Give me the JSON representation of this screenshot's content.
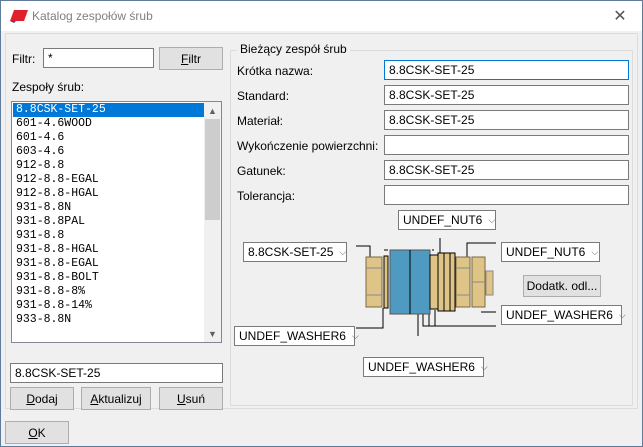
{
  "window": {
    "title": "Katalog zespołów śrub",
    "close_glyph": "✕"
  },
  "filter": {
    "label": "Filtr:",
    "value": "*",
    "button_label_underlined": "F",
    "button_label_rest": "iltr"
  },
  "list": {
    "label": "Zespoły śrub:",
    "items": [
      "8.8CSK-SET-25",
      "601-4.6WOOD",
      "601-4.6",
      "603-4.6",
      "912-8.8",
      "912-8.8-EGAL",
      "912-8.8-HGAL",
      "931-8.8N",
      "931-8.8PAL",
      "931-8.8",
      "931-8.8-HGAL",
      "931-8.8-EGAL",
      "931-8.8-BOLT",
      "931-8.8-8%",
      "931-8.8-14%",
      "933-8.8N"
    ],
    "selected_index": 0,
    "scroll_up_glyph": "▲",
    "scroll_down_glyph": "▼"
  },
  "name_input": {
    "value": "8.8CSK-SET-25"
  },
  "actions": {
    "add_u": "D",
    "add_rest": "odaj",
    "update_u": "A",
    "update_rest": "ktualizuj",
    "delete_u": "U",
    "delete_rest": "suń"
  },
  "ok": {
    "u": "O",
    "rest": "K"
  },
  "current_set": {
    "title": "Bieżący zespół śrub",
    "fields": [
      {
        "label": "Krótka nazwa:",
        "value": "8.8CSK-SET-25"
      },
      {
        "label": "Standard:",
        "value": "8.8CSK-SET-25"
      },
      {
        "label": "Materiał:",
        "value": "8.8CSK-SET-25"
      },
      {
        "label": "Wykończenie powierzchni:",
        "value": ""
      },
      {
        "label": "Gatunek:",
        "value": "8.8CSK-SET-25"
      },
      {
        "label": "Tolerancja:",
        "value": ""
      }
    ]
  },
  "assembly": {
    "top_nut": "UNDEF_NUT6",
    "bolt": "8.8CSK-SET-25",
    "right_nut": "UNDEF_NUT6",
    "extra_button": "Dodatk. odl...",
    "left_washer": "UNDEF_WASHER6",
    "right_washer": "UNDEF_WASHER6",
    "bottom_washer": "UNDEF_WASHER6",
    "dropdown_glyph": "⌵",
    "colors": {
      "part_fill": "#dfc488",
      "plate_fill": "#4f9ac0",
      "selection": "#0078d7"
    }
  }
}
